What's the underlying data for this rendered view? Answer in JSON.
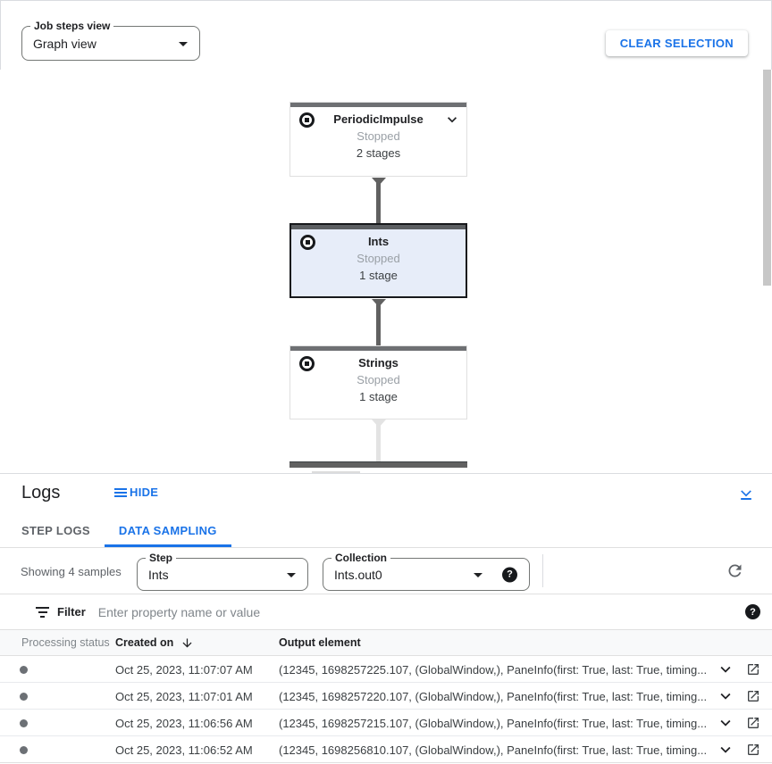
{
  "toolbar": {
    "job_steps_view": {
      "label": "Job steps view",
      "value": "Graph view"
    },
    "clear_selection_label": "CLEAR SELECTION"
  },
  "graph": {
    "nodes": [
      {
        "title": "PeriodicImpulse",
        "status": "Stopped",
        "stages": "2 stages"
      },
      {
        "title": "Ints",
        "status": "Stopped",
        "stages": "1 stage"
      },
      {
        "title": "Strings",
        "status": "Stopped",
        "stages": "1 stage"
      }
    ]
  },
  "logs_panel": {
    "title": "Logs",
    "hide_label": "HIDE",
    "tabs": [
      {
        "label": "STEP LOGS"
      },
      {
        "label": "DATA SAMPLING"
      }
    ],
    "showing_text": "Showing 4 samples",
    "step_dropdown": {
      "label": "Step",
      "value": "Ints"
    },
    "collection_dropdown": {
      "label": "Collection",
      "value": "Ints.out0"
    },
    "filter": {
      "label": "Filter",
      "placeholder": "Enter property name or value"
    },
    "table": {
      "columns": {
        "status": "Processing status",
        "created": "Created on",
        "output": "Output element"
      },
      "rows": [
        {
          "created_on": "Oct 25, 2023, 11:07:07 AM",
          "output_element": "(12345, 1698257225.107, (GlobalWindow,), PaneInfo(first: True, last: True, timing..."
        },
        {
          "created_on": "Oct 25, 2023, 11:07:01 AM",
          "output_element": "(12345, 1698257220.107, (GlobalWindow,), PaneInfo(first: True, last: True, timing..."
        },
        {
          "created_on": "Oct 25, 2023, 11:06:56 AM",
          "output_element": "(12345, 1698257215.107, (GlobalWindow,), PaneInfo(first: True, last: True, timing..."
        },
        {
          "created_on": "Oct 25, 2023, 11:06:52 AM",
          "output_element": "(12345, 1698256810.107, (GlobalWindow,), PaneInfo(first: True, last: True, timing..."
        }
      ]
    }
  },
  "icons": {
    "help_glyph": "?"
  },
  "colors": {
    "accent": "#1a73e8",
    "node_selected_bg": "#e7edf9",
    "node_topbar": "#6e7073",
    "edge_dark": "#616161",
    "edge_light": "#e3e3e3",
    "status_dot": "#6c7075",
    "table_header_bg": "#f8f9fa"
  }
}
